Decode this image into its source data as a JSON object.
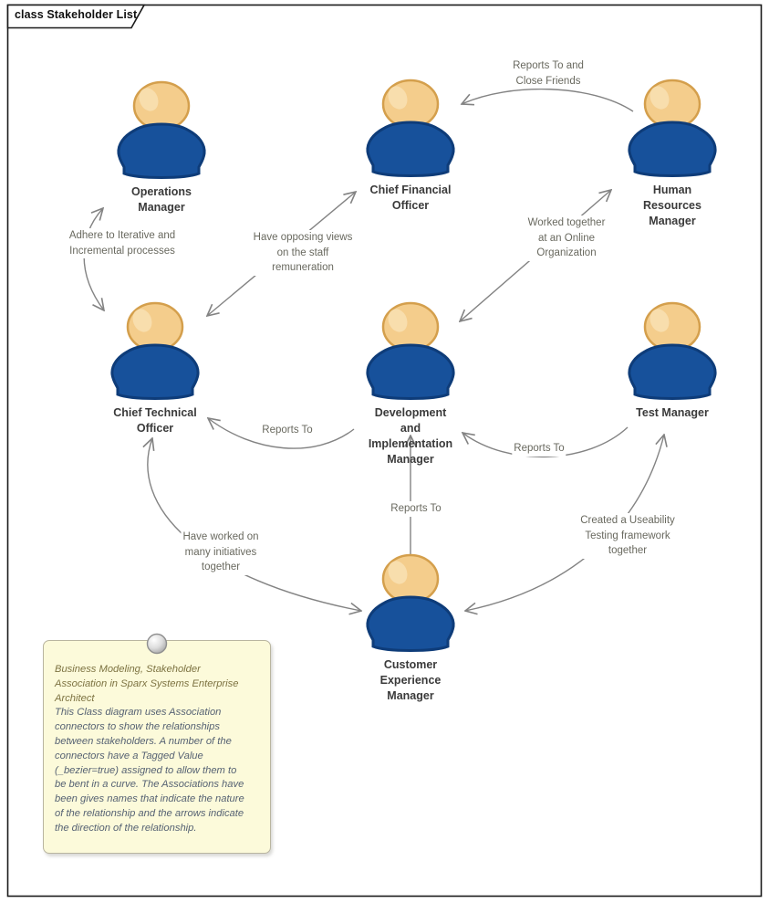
{
  "frame": {
    "title": "class Stakeholder List"
  },
  "actors": [
    {
      "id": "operations-manager",
      "label": "Operations\nManager"
    },
    {
      "id": "chief-financial-officer",
      "label": "Chief Financial\nOfficer"
    },
    {
      "id": "human-resources-manager",
      "label": "Human\nResources\nManager"
    },
    {
      "id": "chief-technical-officer",
      "label": "Chief Technical\nOfficer"
    },
    {
      "id": "development-implementation-manager",
      "label": "Development\nand\nImplementation\nManager"
    },
    {
      "id": "test-manager",
      "label": "Test Manager"
    },
    {
      "id": "customer-experience-manager",
      "label": "Customer\nExperience\nManager"
    }
  ],
  "connectors": [
    {
      "id": "reports-to-close-friends",
      "label": "Reports To and\nClose Friends"
    },
    {
      "id": "adhere-iterative",
      "label": "Adhere to Iterative and\nIncremental processes"
    },
    {
      "id": "opposing-views",
      "label": "Have opposing views\non the staff\nremuneration"
    },
    {
      "id": "worked-together-online",
      "label": "Worked together\nat an Online\nOrganization"
    },
    {
      "id": "reports-to-cto",
      "label": "Reports To"
    },
    {
      "id": "reports-to-di",
      "label": "Reports To"
    },
    {
      "id": "reports-to-vertical",
      "label": "Reports To"
    },
    {
      "id": "have-worked-initiatives",
      "label": "Have worked on\nmany initiatives\ntogether"
    },
    {
      "id": "created-useability",
      "label": "Created a Useability\nTesting framework\ntogether"
    }
  ],
  "note": {
    "title": "Business Modeling, Stakeholder\nAssociation in Sparx Systems Enterprise\nArchitect",
    "body": "This Class diagram uses Association\nconnectors to show the relationships\nbetween stakeholders. A number of the\nconnectors have a Tagged Value\n(_bezier=true) assigned to allow them to\nbe bent in a curve. The Associations have\nbeen gives names that indicate the nature\nof the relationship and the arrows indicate\nthe direction of the relationship."
  },
  "colors": {
    "torso_blue": "#17519b",
    "torso_border": "#0e3c79",
    "head_tan": "#f4cd8c",
    "head_border": "#d49f4c",
    "connector_gray": "#838383",
    "note_background": "#fcfada",
    "note_title_text": "#7d7342",
    "note_body_text": "#566273",
    "frame_border": "#1a1a1a"
  }
}
